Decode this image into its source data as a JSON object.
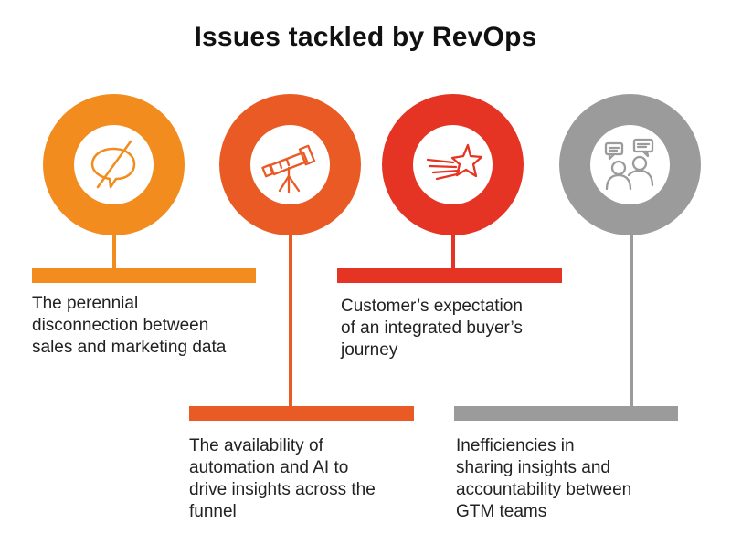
{
  "title": "Issues tackled by RevOps",
  "items": [
    {
      "icon": "no-chat-bubble-icon",
      "color": "#F28C1E",
      "lines": [
        "The perennial",
        "disconnection between",
        "sales and marketing data"
      ]
    },
    {
      "icon": "telescope-icon",
      "color": "#EA5A24",
      "lines": [
        "The availability of",
        "automation and AI to",
        "drive insights across the",
        "funnel"
      ]
    },
    {
      "icon": "shooting-star-icon",
      "color": "#E53423",
      "lines": [
        "Customer’s expectation",
        "of an integrated buyer’s",
        "journey"
      ]
    },
    {
      "icon": "team-chat-icon",
      "color": "#9B9B9B",
      "lines": [
        "Inefficiencies in",
        "sharing insights and",
        "accountability between",
        "GTM teams"
      ]
    }
  ]
}
